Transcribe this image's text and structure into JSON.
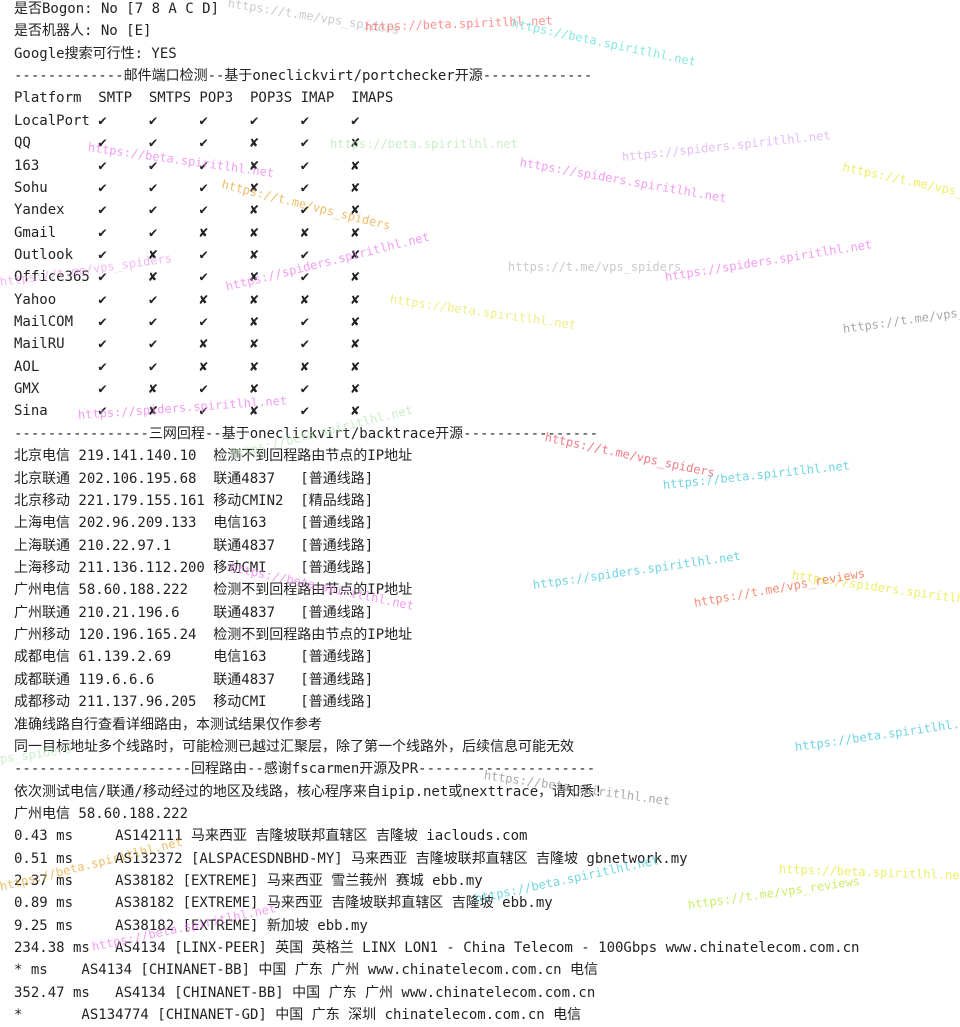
{
  "lines": [
    "是否Bogon: No [7 8 A C D]",
    "是否机器人: No [E]",
    "Google搜索可行性: YES",
    "-------------邮件端口检测--基于oneclickvirt/portchecker开源-------------",
    "Platform  SMTP  SMTPS POP3  POP3S IMAP  IMAPS",
    "LocalPort ✔     ✔     ✔     ✔     ✔     ✔",
    "QQ        ✔     ✔     ✔     ✘     ✔     ✘",
    "163       ✔     ✔     ✔     ✘     ✔     ✘",
    "Sohu      ✔     ✔     ✔     ✘     ✔     ✘",
    "Yandex    ✔     ✔     ✔     ✘     ✔     ✘",
    "Gmail     ✔     ✔     ✘     ✘     ✘     ✘",
    "Outlook   ✔     ✘     ✔     ✘     ✔     ✘",
    "Office365 ✔     ✘     ✔     ✘     ✔     ✘",
    "Yahoo     ✔     ✔     ✘     ✘     ✘     ✘",
    "MailCOM   ✔     ✔     ✔     ✘     ✔     ✘",
    "MailRU    ✔     ✔     ✘     ✘     ✔     ✘",
    "AOL       ✔     ✔     ✘     ✘     ✘     ✘",
    "GMX       ✔     ✘     ✔     ✘     ✔     ✘",
    "Sina      ✔     ✘     ✔     ✘     ✔     ✘",
    "----------------三网回程--基于oneclickvirt/backtrace开源----------------",
    "北京电信 219.141.140.10  检测不到回程路由节点的IP地址",
    "北京联通 202.106.195.68  联通4837   [普通线路]",
    "北京移动 221.179.155.161 移动CMIN2  [精品线路]",
    "上海电信 202.96.209.133  电信163    [普通线路]",
    "上海联通 210.22.97.1     联通4837   [普通线路]",
    "上海移动 211.136.112.200 移动CMI    [普通线路]",
    "广州电信 58.60.188.222   检测不到回程路由节点的IP地址",
    "广州联通 210.21.196.6    联通4837   [普通线路]",
    "广州移动 120.196.165.24  检测不到回程路由节点的IP地址",
    "成都电信 61.139.2.69     电信163    [普通线路]",
    "成都联通 119.6.6.6       联通4837   [普通线路]",
    "成都移动 211.137.96.205  移动CMI    [普通线路]",
    "准确线路自行查看详细路由，本测试结果仅作参考",
    "同一目标地址多个线路时，可能检测已越过汇聚层，除了第一个线路外，后续信息可能无效",
    "---------------------回程路由--感谢fscarmen开源及PR---------------------",
    "依次测试电信/联通/移动经过的地区及线路，核心程序来自ipip.net或nexttrace，请知悉!",
    "广州电信 58.60.188.222",
    "0.43 ms     AS142111 马来西亚 吉隆坡联邦直辖区 吉隆坡 iaclouds.com",
    "0.51 ms     AS132372 [ALSPACESDNBHD-MY] 马来西亚 吉隆坡联邦直辖区 吉隆坡 gbnetwork.my",
    "2.37 ms     AS38182 [EXTREME] 马来西亚 雪兰莪州 赛城 ebb.my",
    "0.89 ms     AS38182 [EXTREME] 马来西亚 吉隆坡联邦直辖区 吉隆坡 ebb.my",
    "9.25 ms     AS38182 [EXTREME] 新加坡 ebb.my",
    "234.38 ms   AS4134 [LINX-PEER] 英国 英格兰 LINX LON1 - China Telecom - 100Gbps www.chinatelecom.com.cn",
    "* ms    AS4134 [CHINANET-BB] 中国 广东 广州 www.chinatelecom.com.cn 电信",
    "352.47 ms   AS4134 [CHINANET-BB] 中国 广东 广州 www.chinatelecom.com.cn",
    "*       AS134774 [CHINANET-GD] 中国 广东 深圳 chinatelecom.com.cn 电信"
  ],
  "watermarks": [
    {
      "text": "https://t.me/vps_spiders",
      "color": "#b9b9b9"
    },
    {
      "text": "https://beta.spiritlhl.net",
      "color": "#ff6b6b"
    },
    {
      "text": "https://beta.spiritlhl.net",
      "color": "#5ee0d8"
    },
    {
      "text": "https://beta.spiritlhl.net",
      "color": "#f07cf0"
    },
    {
      "text": "https://spiders.spiritlhl.net",
      "color": "#f07cf0"
    },
    {
      "text": "https://spiders.spiritlhl.net",
      "color": "#d8a8f0"
    },
    {
      "text": "https://t.me/vps_s",
      "color": "#e8e838"
    },
    {
      "text": "https://t.me/vps_spiders",
      "color": "#e8a838"
    },
    {
      "text": "https://beta.spiritlhl.net",
      "color": "#b8e8b8"
    },
    {
      "text": "https://t.me/vps_spiders",
      "color": "#b9b9b9"
    },
    {
      "text": "https://spiders.spiritlhl.net",
      "color": "#f07cf0"
    },
    {
      "text": "https://t.me/vps_spiders",
      "color": "#f0a0f0"
    },
    {
      "text": "https://spiders.spiritlhl.net",
      "color": "#f07cf0"
    },
    {
      "text": "https://t.me/vps_",
      "color": "#8c8c8c"
    },
    {
      "text": "https://beta.spiritlhl.net",
      "color": "#e8e860"
    },
    {
      "text": "https://spiders.spiritlhl.net",
      "color": "#f07cf0"
    },
    {
      "text": "https://t.me/vps_spiders",
      "color": "#e85060"
    },
    {
      "text": "https://beta.spiritlhl.net",
      "color": "#40c8d8"
    },
    {
      "text": "https://beta.spiritlhl.net",
      "color": "#b8e8b8"
    },
    {
      "text": "https://spiders.spiritlhl.net",
      "color": "#40c8d8"
    },
    {
      "text": "https://spiders.spiritlh",
      "color": "#e8e838"
    },
    {
      "text": "https://t.me/vps_reviews",
      "color": "#f06848"
    },
    {
      "text": "https://beta.spiritlhl.net",
      "color": "#f07cf0"
    },
    {
      "text": "https://beta.spiritlhl.net",
      "color": "#40c8d8"
    },
    {
      "text": "https://beta.spiritlhl.net",
      "color": "#8c8c8c"
    },
    {
      "text": "https://beta.spiritlhl.net",
      "color": "#e8e838"
    },
    {
      "text": "https://beta.spiritlhl.net",
      "color": "#40c8d8"
    },
    {
      "text": "https://t.me/vps_reviews",
      "color": "#b8e838"
    },
    {
      "text": "https://beta.spiritlhl.net",
      "color": "#f07cf0"
    },
    {
      "text": "https://beta.spiritlhl.net",
      "color": "#e8a838"
    },
    {
      "text": "ps_spiders",
      "color": "#b8e8b8"
    }
  ]
}
